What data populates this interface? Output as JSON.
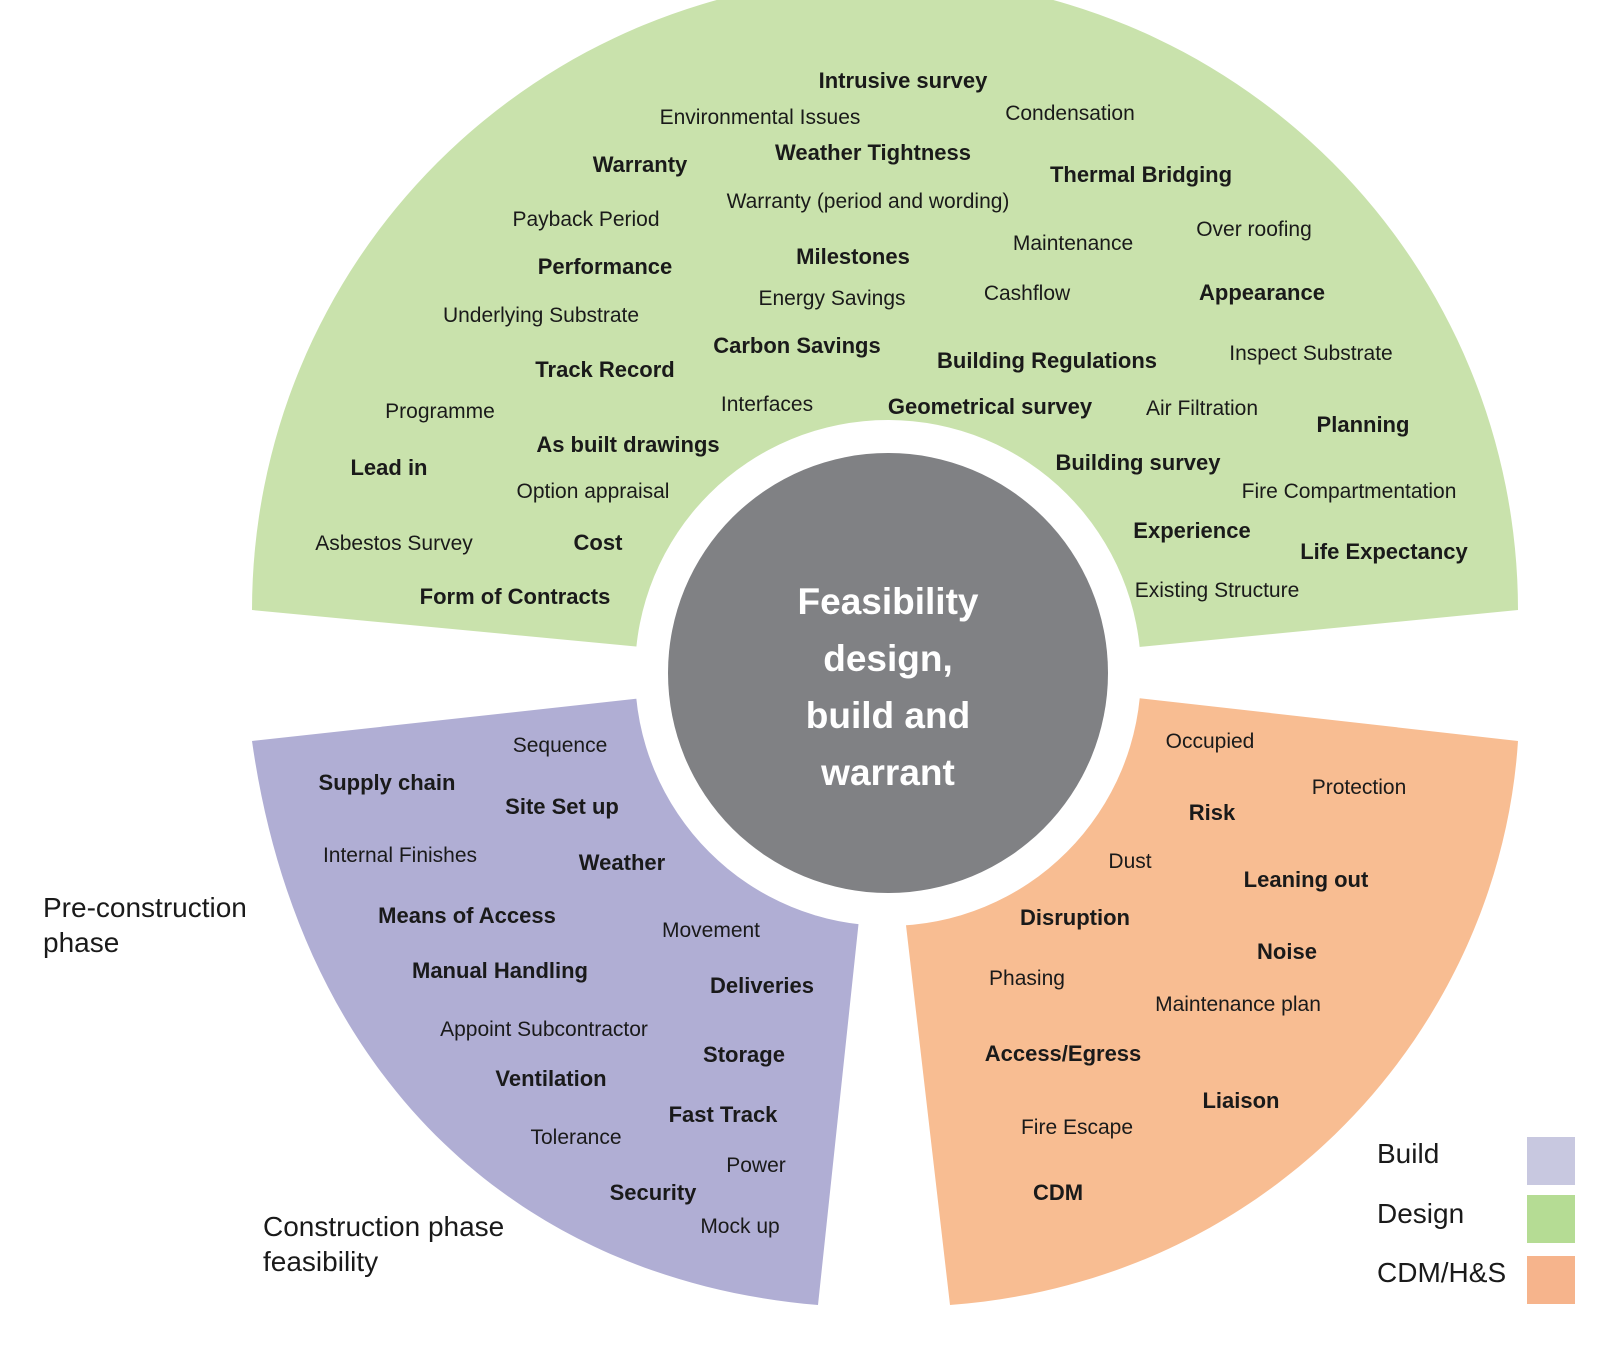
{
  "center": {
    "lines": [
      "Feasibility",
      "design,",
      "build and",
      "warrant"
    ],
    "color": "#808184"
  },
  "colors": {
    "build": "#b0aed4",
    "design": "#c9e2ac",
    "cdm": "#f8bd92",
    "legend_build": "#c8c8e0",
    "legend_design": "#b5dc94",
    "legend_cdm": "#f6b48c"
  },
  "phase_labels": {
    "pre_construction": [
      "Pre-construction",
      "phase"
    ],
    "construction": [
      "Construction phase",
      "feasibility"
    ]
  },
  "legend": [
    {
      "label": "Build",
      "color_key": "legend_build"
    },
    {
      "label": "Design",
      "color_key": "legend_design"
    },
    {
      "label": "CDM/H&S",
      "color_key": "legend_cdm"
    }
  ],
  "design_terms": [
    {
      "text": "Intrusive survey",
      "bold": true
    },
    {
      "text": "Environmental Issues",
      "bold": false
    },
    {
      "text": "Condensation",
      "bold": false
    },
    {
      "text": "Warranty",
      "bold": true
    },
    {
      "text": "Weather Tightness",
      "bold": true
    },
    {
      "text": "Thermal Bridging",
      "bold": true
    },
    {
      "text": "Warranty (period and wording)",
      "bold": false
    },
    {
      "text": "Payback Period",
      "bold": false
    },
    {
      "text": "Over roofing",
      "bold": false
    },
    {
      "text": "Maintenance",
      "bold": false
    },
    {
      "text": "Milestones",
      "bold": true
    },
    {
      "text": "Performance",
      "bold": true
    },
    {
      "text": "Cashflow",
      "bold": false
    },
    {
      "text": "Appearance",
      "bold": true
    },
    {
      "text": "Energy Savings",
      "bold": false
    },
    {
      "text": "Underlying Substrate",
      "bold": false
    },
    {
      "text": "Carbon Savings",
      "bold": true
    },
    {
      "text": "Inspect Substrate",
      "bold": false
    },
    {
      "text": "Building Regulations",
      "bold": true
    },
    {
      "text": "Track Record",
      "bold": true
    },
    {
      "text": "Interfaces",
      "bold": false
    },
    {
      "text": "Programme",
      "bold": false
    },
    {
      "text": "Geometrical survey",
      "bold": true
    },
    {
      "text": "Air Filtration",
      "bold": false
    },
    {
      "text": "Planning",
      "bold": true
    },
    {
      "text": "As built drawings",
      "bold": true
    },
    {
      "text": "Lead in",
      "bold": true
    },
    {
      "text": "Building survey",
      "bold": true
    },
    {
      "text": "Option appraisal",
      "bold": false
    },
    {
      "text": "Fire Compartmentation",
      "bold": false
    },
    {
      "text": "Experience",
      "bold": true
    },
    {
      "text": "Asbestos Survey",
      "bold": false
    },
    {
      "text": "Cost",
      "bold": true
    },
    {
      "text": "Life Expectancy",
      "bold": true
    },
    {
      "text": "Existing Structure",
      "bold": false
    },
    {
      "text": "Form of Contracts",
      "bold": true
    }
  ],
  "build_terms": [
    {
      "text": "Sequence",
      "bold": false
    },
    {
      "text": "Supply chain",
      "bold": true
    },
    {
      "text": "Site Set up",
      "bold": true
    },
    {
      "text": "Internal Finishes",
      "bold": false
    },
    {
      "text": "Weather",
      "bold": true
    },
    {
      "text": "Means of Access",
      "bold": true
    },
    {
      "text": "Movement",
      "bold": false
    },
    {
      "text": "Manual Handling",
      "bold": true
    },
    {
      "text": "Deliveries",
      "bold": true
    },
    {
      "text": "Appoint Subcontractor",
      "bold": false
    },
    {
      "text": "Storage",
      "bold": true
    },
    {
      "text": "Ventilation",
      "bold": true
    },
    {
      "text": "Fast Track",
      "bold": true
    },
    {
      "text": "Tolerance",
      "bold": false
    },
    {
      "text": "Power",
      "bold": false
    },
    {
      "text": "Security",
      "bold": true
    },
    {
      "text": "Mock up",
      "bold": false
    }
  ],
  "cdm_terms": [
    {
      "text": "Occupied",
      "bold": false
    },
    {
      "text": "Protection",
      "bold": false
    },
    {
      "text": "Risk",
      "bold": true
    },
    {
      "text": "Dust",
      "bold": false
    },
    {
      "text": "Leaning out",
      "bold": true
    },
    {
      "text": "Disruption",
      "bold": true
    },
    {
      "text": "Noise",
      "bold": true
    },
    {
      "text": "Phasing",
      "bold": false
    },
    {
      "text": "Maintenance plan",
      "bold": false
    },
    {
      "text": "Access/Egress",
      "bold": true
    },
    {
      "text": "Liaison",
      "bold": true
    },
    {
      "text": "Fire Escape",
      "bold": false
    },
    {
      "text": "CDM",
      "bold": true
    }
  ]
}
